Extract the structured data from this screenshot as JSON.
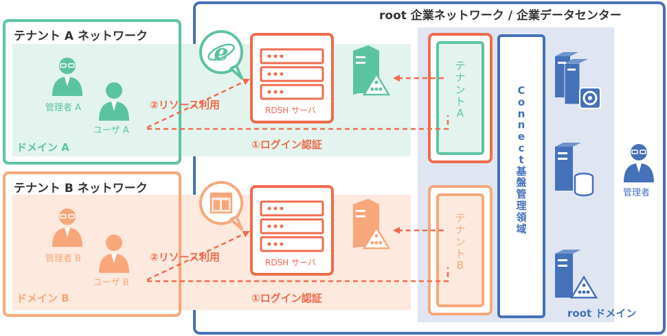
{
  "colors": {
    "green": "#5cc3a1",
    "green_light": "#e3f4ee",
    "orange_light": "#f8a77b",
    "orange_fill": "#fde9de",
    "red_orange": "#ef6a4c",
    "blue": "#4571b8",
    "blue_light": "#dfe6f2",
    "text_dark": "#333333"
  },
  "root": {
    "title": "root 企業ネットワーク / 企業データセンター",
    "domain_label": "root ドメイン",
    "connect_label": "Connect基盤管理領域",
    "admin_label": "管理者"
  },
  "tenant_a": {
    "title": "テナント A ネットワーク",
    "admin_label": "管理者 A",
    "user_label": "ユーザ A",
    "domain_label": "ドメイン A",
    "server_label": "RDSH サーバ",
    "resource_label": "②リソース利用",
    "login_label": "①ログイン認証",
    "connect_tenant_label": "テナントA",
    "app_icon": "ie-icon"
  },
  "tenant_b": {
    "title": "テナント B ネットワーク",
    "admin_label": "管理者 B",
    "user_label": "ユーザ B",
    "domain_label": "ドメイン B",
    "server_label": "RDSH サーバ",
    "resource_label": "②リソース利用",
    "login_label": "①ログイン認証",
    "connect_tenant_label": "テナントB",
    "app_icon": "app-window-icon"
  }
}
